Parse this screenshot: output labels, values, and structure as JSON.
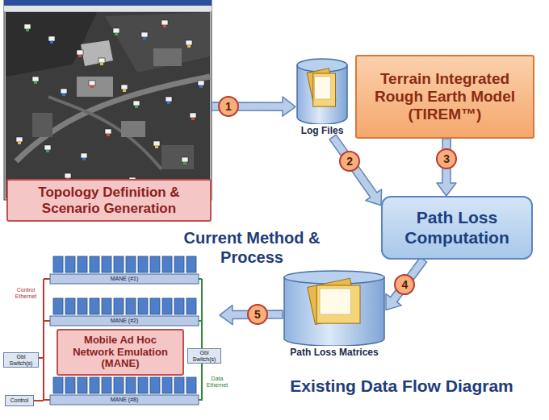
{
  "diagram": {
    "caption": "Existing Data Flow Diagram",
    "nodes": [
      {
        "text": [
          "Topology Definition & Scenario Generation"
        ]
      },
      {
        "text": [
          "Log Files"
        ]
      },
      {
        "text": [
          "Terrain Integrated Rough Earth Model (TIREM™)"
        ]
      },
      {
        "text": [
          "Path Loss Computation"
        ]
      },
      {
        "text": [
          "Path Loss Matrices"
        ]
      },
      {
        "text": [
          "Mobile Ad Hoc Network Emulation (MANE)"
        ]
      }
    ],
    "edges": [
      {
        "from": 0,
        "to": 1,
        "label": "1",
        "arrow": "to"
      },
      {
        "from": 1,
        "to": 3,
        "label": "2",
        "arrow": "to"
      },
      {
        "from": 2,
        "to": 3,
        "label": "3",
        "arrow": "to"
      },
      {
        "from": 3,
        "to": 4,
        "label": "4",
        "arrow": "to"
      },
      {
        "from": 4,
        "to": 5,
        "label": "5",
        "arrow": "to"
      }
    ],
    "labels": [
      "Current Method & Process",
      "MANE (#1)",
      "MANE (#2)",
      "MANE (#8)",
      "Gbl Switch(s)",
      "Gbl Switch(s)",
      "Control",
      "Control Ethernet",
      "Data Ethernet"
    ]
  }
}
